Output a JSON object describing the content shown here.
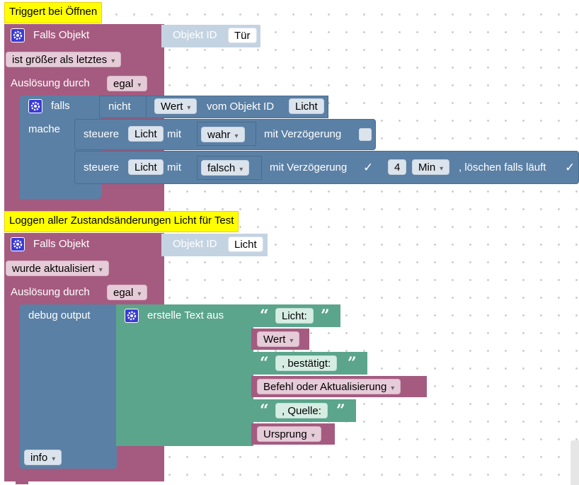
{
  "script1": {
    "comment": "Triggert bei Öffnen",
    "trigger_label": "Falls Objekt",
    "objekt_id_label": "Objekt ID",
    "objekt_id_value": "Tür",
    "condition": "ist größer als letztes",
    "ausloesung_label": "Auslösung durch",
    "ausloesung_value": "egal",
    "if_label": "falls",
    "do_label": "mache",
    "not_label": "nicht",
    "get_value": "Wert",
    "vom_objekt_label": "vom Objekt ID",
    "vom_objekt_value": "Licht",
    "control1": {
      "label": "steuere",
      "object": "Licht",
      "mit": "mit",
      "value": "wahr",
      "delay_label": "mit Verzögerung",
      "delay_checked": false
    },
    "control2": {
      "label": "steuere",
      "object": "Licht",
      "mit": "mit",
      "value": "falsch",
      "delay_label": "mit Verzögerung",
      "delay_checked": true,
      "delay_value": "4",
      "delay_unit": "Min",
      "clear_label": ", löschen falls läuft",
      "clear_checked": true
    }
  },
  "script2": {
    "comment": "Loggen aller Zustandsänderungen Licht für Test",
    "trigger_label": "Falls Objekt",
    "objekt_id_label": "Objekt ID",
    "objekt_id_value": "Licht",
    "condition": "wurde aktualisiert",
    "ausloesung_label": "Auslösung durch",
    "ausloesung_value": "egal",
    "debug_label": "debug output",
    "text_join_label": "erstelle Text aus",
    "text1": "Licht:",
    "part2": "Wert",
    "text3": ", bestätigt:",
    "part4": "Befehl oder Aktualisierung",
    "text5": ", Quelle:",
    "part6": "Ursprung",
    "log_level": "info"
  },
  "icons": {
    "gear": "gear-icon",
    "dropdown": "dropdown-arrow-icon",
    "check": "checkmark-icon",
    "quote": "quote-icon"
  },
  "colors": {
    "trigger_block": "#a55b80",
    "logic_block": "#5b80a5",
    "text_block": "#5ba58c",
    "comment": "#ffff00",
    "gear": "#3a3ad6"
  },
  "glyphs": {
    "dd": "▾",
    "check": "✓",
    "qopen": "“",
    "qclose": "”"
  }
}
